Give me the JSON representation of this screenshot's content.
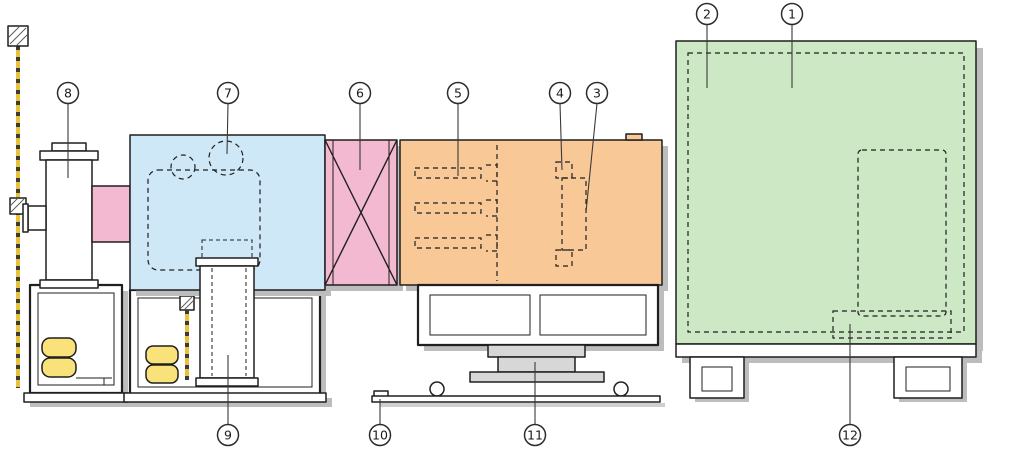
{
  "diagram": {
    "callouts": [
      {
        "label": "1"
      },
      {
        "label": "2"
      },
      {
        "label": "3"
      },
      {
        "label": "4"
      },
      {
        "label": "5"
      },
      {
        "label": "6"
      },
      {
        "label": "7"
      },
      {
        "label": "8"
      },
      {
        "label": "9"
      },
      {
        "label": "10"
      },
      {
        "label": "11"
      },
      {
        "label": "12"
      }
    ],
    "colors": {
      "green": "#cde8c4",
      "orange": "#f8c897",
      "pink": "#f2b9d1",
      "blue": "#cfe8f7",
      "yellow": "#f9e27a",
      "gray": "#d7d7d7",
      "shadow": "#bdbdbd",
      "outline": "#1f1f1f",
      "leader": "#3a3a3a",
      "chain": "#e9c23b"
    }
  }
}
